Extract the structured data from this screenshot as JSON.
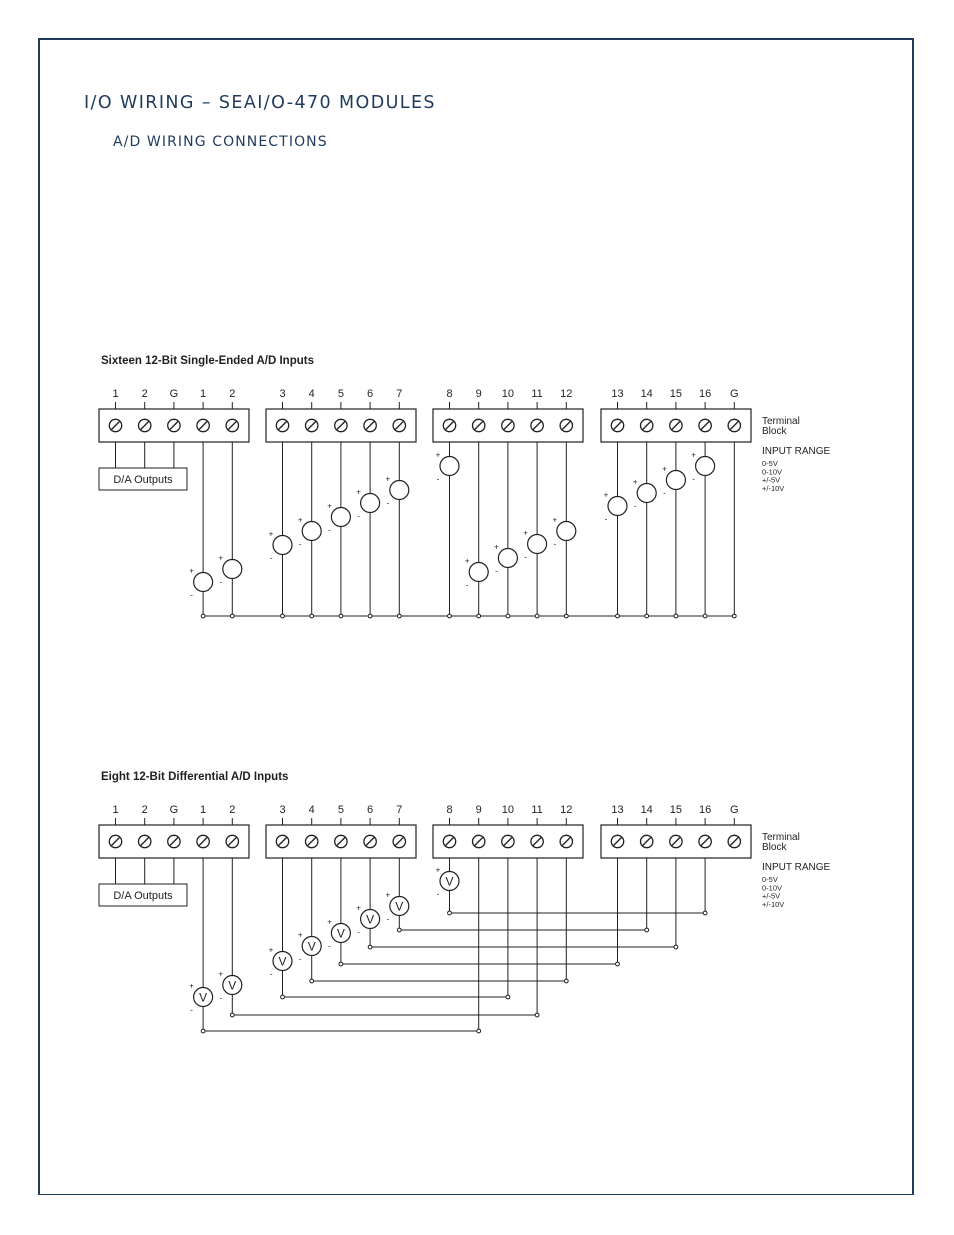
{
  "header": {
    "title": "I/O WIRING – SEAI/O-470 MODULES",
    "subtitle": "A/D WIRING CONNECTIONS"
  },
  "diagrams": [
    {
      "id": "single",
      "title": "Sixteen 12-Bit Single-Ended A/D Inputs",
      "terminal_labels": [
        "1",
        "2",
        "G",
        "1",
        "2",
        "3",
        "4",
        "5",
        "6",
        "7",
        "8",
        "9",
        "10",
        "11",
        "12",
        "13",
        "14",
        "15",
        "16",
        "G"
      ],
      "da_outputs_label": "D/A Outputs",
      "terminal_block_label": [
        "Terminal",
        "Block"
      ],
      "input_range_label": "INPUT RANGE",
      "input_ranges": [
        "0-5V",
        "0-10V",
        "+/-5V",
        "+/-10V"
      ],
      "source_symbol": "",
      "plus_sign": "+",
      "minus_sign": "-"
    },
    {
      "id": "differential",
      "title": "Eight 12-Bit Differential A/D Inputs",
      "terminal_labels": [
        "1",
        "2",
        "G",
        "1",
        "2",
        "3",
        "4",
        "5",
        "6",
        "7",
        "8",
        "9",
        "10",
        "11",
        "12",
        "13",
        "14",
        "15",
        "16",
        "G"
      ],
      "da_outputs_label": "D/A Outputs",
      "terminal_block_label": [
        "Terminal",
        "Block"
      ],
      "input_range_label": "INPUT RANGE",
      "input_ranges": [
        "0-5V",
        "0-10V",
        "+/-5V",
        "+/-10V"
      ],
      "source_symbol": "V",
      "plus_sign": "+",
      "minus_sign": "-"
    }
  ],
  "colors": {
    "heading": "#1f3b5c",
    "line": "#231f20",
    "frame": "#1f3b5c"
  }
}
